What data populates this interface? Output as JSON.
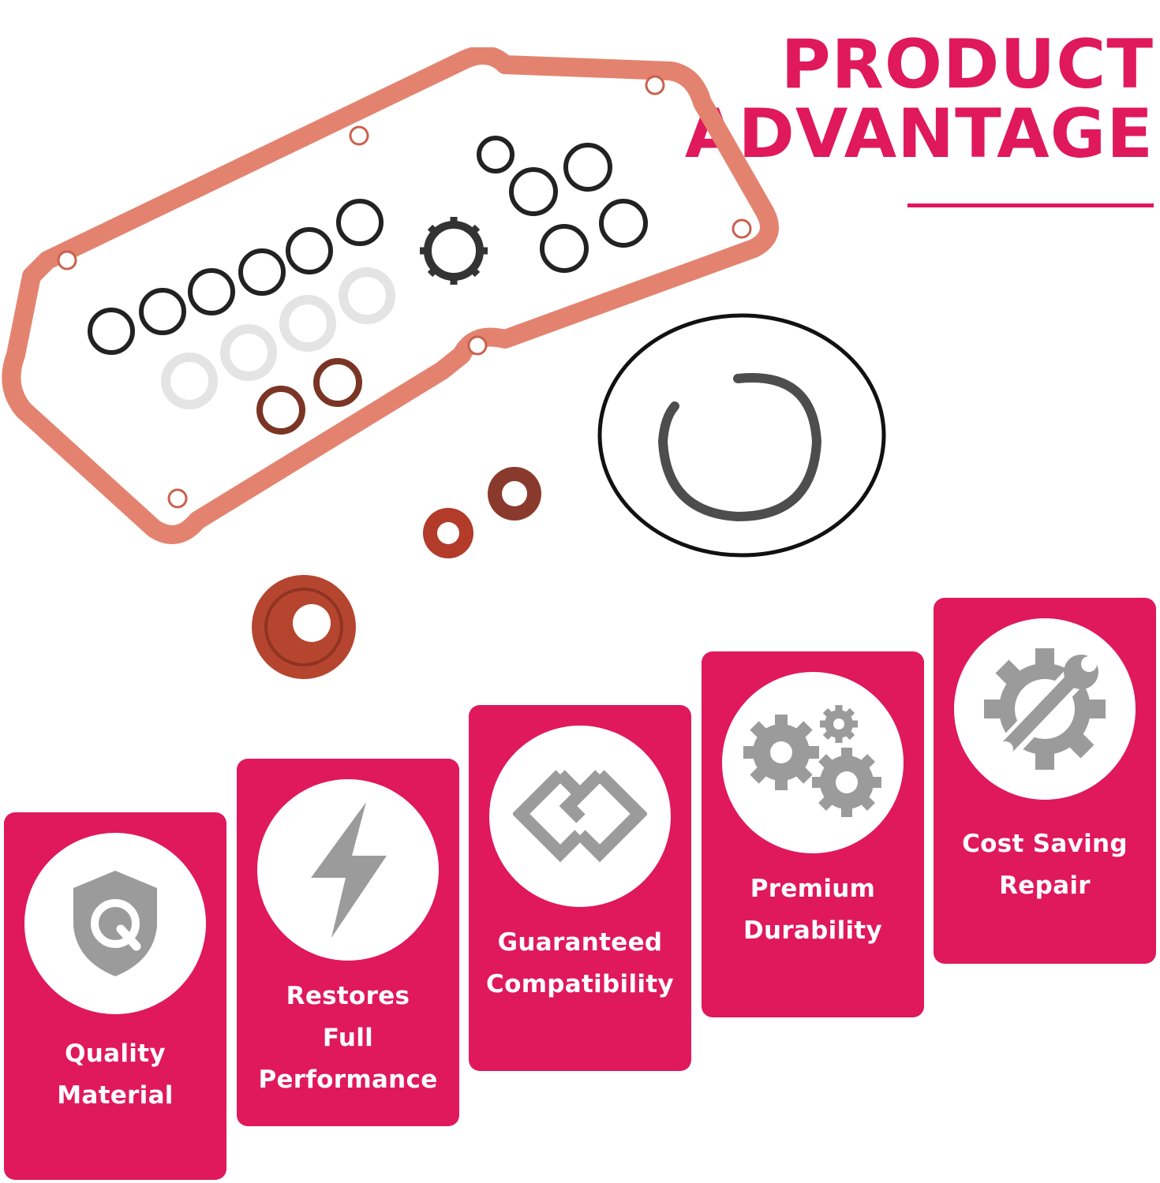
{
  "heading": {
    "line1": "PRODUCT",
    "line2": "ADVANTAGE"
  },
  "colors": {
    "accent": "#e0185c",
    "icon_gray": "#9b9b9b",
    "gasket": "#e3836f"
  },
  "cards": [
    {
      "icon": "shield-q-icon",
      "lines": [
        "Quality",
        "Material"
      ]
    },
    {
      "icon": "lightning-bolt-icon",
      "lines": [
        "Restores",
        "Full",
        "Performance"
      ]
    },
    {
      "icon": "interlocking-squares-icon",
      "lines": [
        "Guaranteed",
        "Compatibility"
      ]
    },
    {
      "icon": "gears-icon",
      "lines": [
        "Premium",
        "Durability"
      ]
    },
    {
      "icon": "gear-wrench-icon",
      "lines": [
        "Cost Saving",
        "Repair"
      ]
    }
  ]
}
